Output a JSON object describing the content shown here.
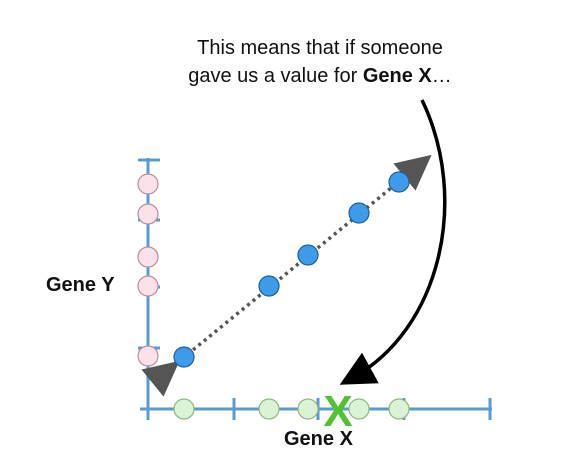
{
  "caption": {
    "line1": "This means that if someone",
    "line2_prefix": "gave us a value for ",
    "line2_bold": "Gene X",
    "line2_suffix": "…"
  },
  "axes": {
    "xlabel": "Gene X",
    "ylabel": "Gene Y"
  },
  "colors": {
    "axis": "#5b9ad0",
    "point_fill": "#3e9be9",
    "point_stroke": "#1f5f9c",
    "x_marginal_fill": "#dcf2d4",
    "x_marginal_stroke": "#8db87f",
    "y_marginal_fill": "#fbe1ea",
    "y_marginal_stroke": "#b88f9c",
    "x_marker": "#52c234",
    "arrow": "#000000",
    "fit_line": "#555555"
  },
  "marker": {
    "symbol": "X"
  },
  "icons": {
    "curved_arrow": "curved-arrow-icon",
    "dotted_line": "dotted-fit-line-icon"
  }
}
